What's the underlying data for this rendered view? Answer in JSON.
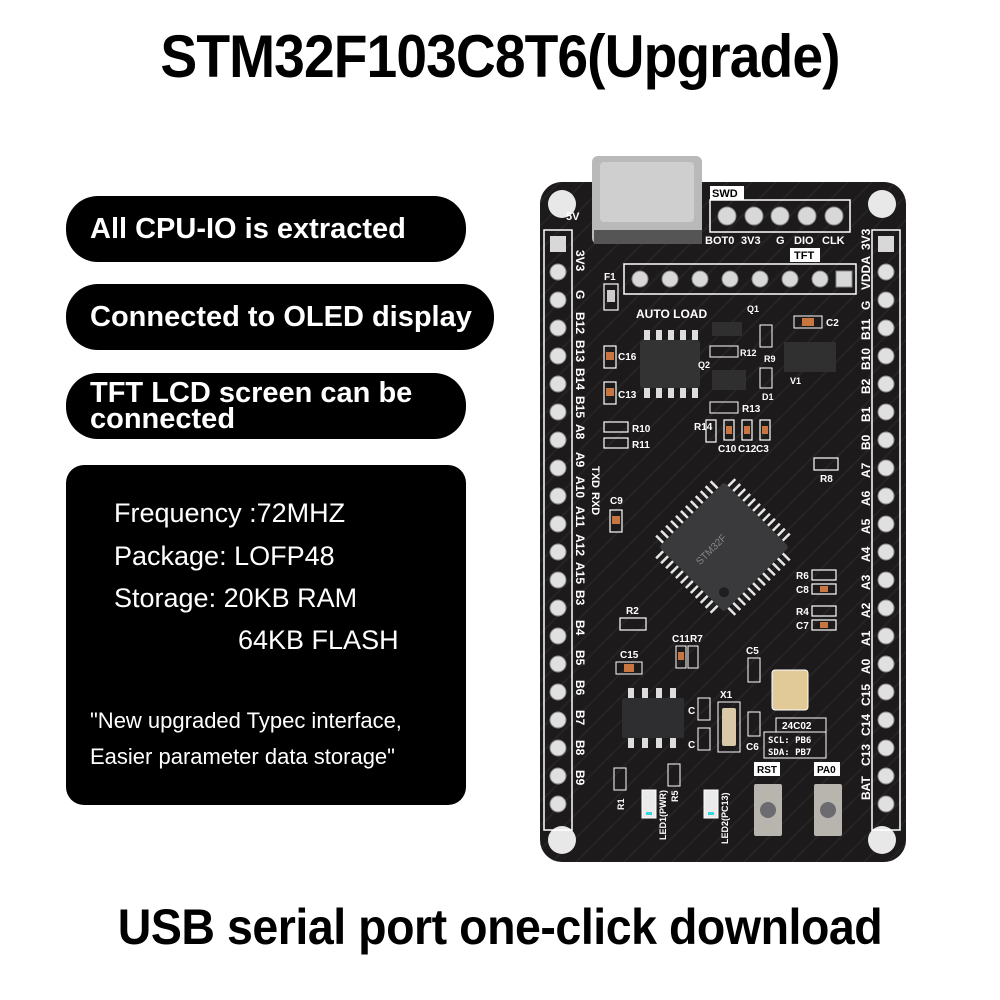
{
  "header": {
    "title": "STM32F103C8T6(Upgrade)"
  },
  "features": [
    {
      "label": "All CPU-IO is extracted"
    },
    {
      "label": "Connected to OLED display"
    },
    {
      "label_line1": "TFT LCD screen can be",
      "label_line2": "connected"
    }
  ],
  "specs": {
    "frequency": "Frequency :72MHZ",
    "package": "Package: LOFP48",
    "storage_ram": "Storage: 20KB RAM",
    "storage_flash": "64KB FLASH",
    "quote_line1": "\"New upgraded Typec interface,",
    "quote_line2": "Easier parameter data storage\""
  },
  "board": {
    "colors": {
      "pcb": "#1c1a1a",
      "silk": "#ffffff",
      "pad": "#d8d8d8",
      "chip": "#3a3a3c",
      "usb": "#b9b9b9"
    },
    "usb_label": "5V",
    "swd_label": "SWD",
    "swd_pins": [
      "BOT0",
      "3V3",
      "G",
      "DIO",
      "CLK"
    ],
    "tft_label": "TFT",
    "left_header_pins": [
      "3V3",
      "G",
      "B12",
      "B13",
      "B14",
      "B15",
      "A8",
      "A9",
      "A10",
      "A11",
      "A12",
      "A15",
      "B3",
      "B4",
      "B5",
      "B6",
      "B7",
      "B8",
      "B9"
    ],
    "right_header_pins": [
      "3V3",
      "VDDA",
      "G",
      "B11",
      "B10",
      "B2",
      "B1",
      "B0",
      "A7",
      "A6",
      "A5",
      "A4",
      "A3",
      "A2",
      "A1",
      "A0",
      "C15",
      "C14",
      "C13",
      "BAT"
    ],
    "uart_labels": [
      "TXD",
      "RXD"
    ],
    "auto_load_label": "AUTO LOAD",
    "components": {
      "f1": "F1",
      "c16": "C16",
      "c13": "C13",
      "r10": "R10",
      "r11": "R11",
      "r12": "R12",
      "r13": "R13",
      "r14": "R14",
      "r9": "R9",
      "c2": "C2",
      "d1": "D1",
      "q1": "Q1",
      "q2": "Q2",
      "v1": "V1",
      "c10": "C10",
      "c12": "C12",
      "c3": "C3",
      "r8": "R8",
      "c9": "C9",
      "r6": "R6",
      "c8": "C8",
      "r4": "R4",
      "c7": "C7",
      "r2": "R2",
      "c11": "C11",
      "r7": "R7",
      "c15": "C15",
      "c5": "C5",
      "c6": "C6",
      "x1": "X1",
      "c_a": "C",
      "c_b": "C",
      "r1": "R1",
      "r5": "R5"
    },
    "mcu_marking": "STM32F",
    "eeprom_marking": "24C02",
    "eeprom_note_scl": "SCL: PB6",
    "eeprom_note_sda": "SDA: PB7",
    "rst_label": "RST",
    "pa0_label": "PA0",
    "led1_label": "LED1(PWR)",
    "led2_label": "LED2(PC13)"
  },
  "footer": {
    "tagline": "USB serial port one-click download"
  }
}
